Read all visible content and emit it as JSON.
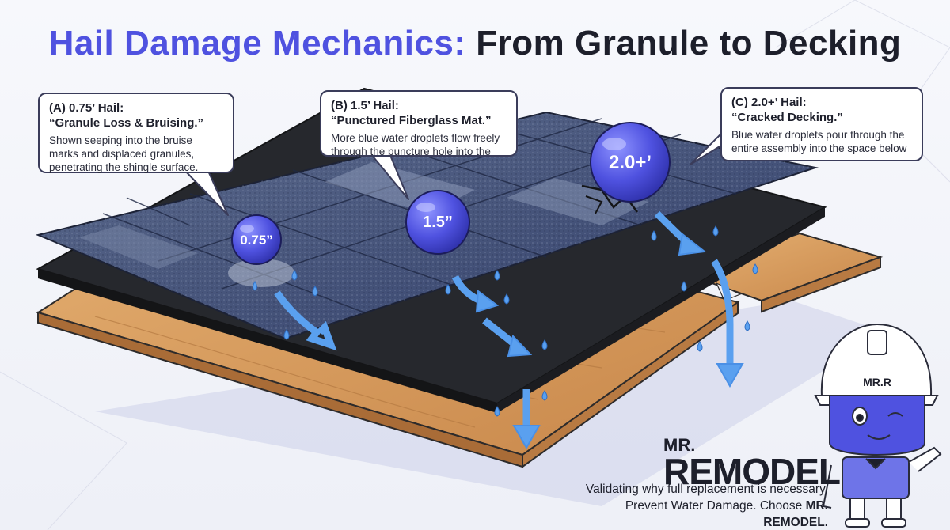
{
  "title": {
    "accent": "Hail Damage Mechanics:",
    "rest": "From Granule to Decking"
  },
  "callouts": [
    {
      "heading": "(A) 0.75’ Hail:",
      "subheading": "“Granule Loss & Bruising.”",
      "body": "Shown seeping into the bruise marks and displaced granules, penetrating the shingle surface."
    },
    {
      "heading": "(B) 1.5’ Hail:",
      "subheading": "“Punctured Fiberglass Mat.”",
      "body": "More blue water droplets flow freely through the puncture hole into the"
    },
    {
      "heading": "(C) 2.0+’ Hail:",
      "subheading": "“Cracked Decking.”",
      "body": "Blue water droplets pour through the entire assembly into the space below"
    }
  ],
  "hailstones": [
    {
      "label": "0.75”"
    },
    {
      "label": "1.5”"
    },
    {
      "label": "2.0+’"
    }
  ],
  "mascot": {
    "helmet_text": "MR.R"
  },
  "brand": {
    "line1": "MR.",
    "line2": "REMODEL"
  },
  "tagline": {
    "line1": "Validating why full replacement is necessary.",
    "line2_prefix": "Prevent Water Damage. Choose ",
    "line2_strong": "MR. REMODEL."
  },
  "colors": {
    "accent": "#4f52e0",
    "text": "#1d1f2b",
    "water": "#5aa0ef",
    "shingle": "#4a5a7c",
    "underlayment": "#24262b",
    "decking": "#d69a5a"
  }
}
